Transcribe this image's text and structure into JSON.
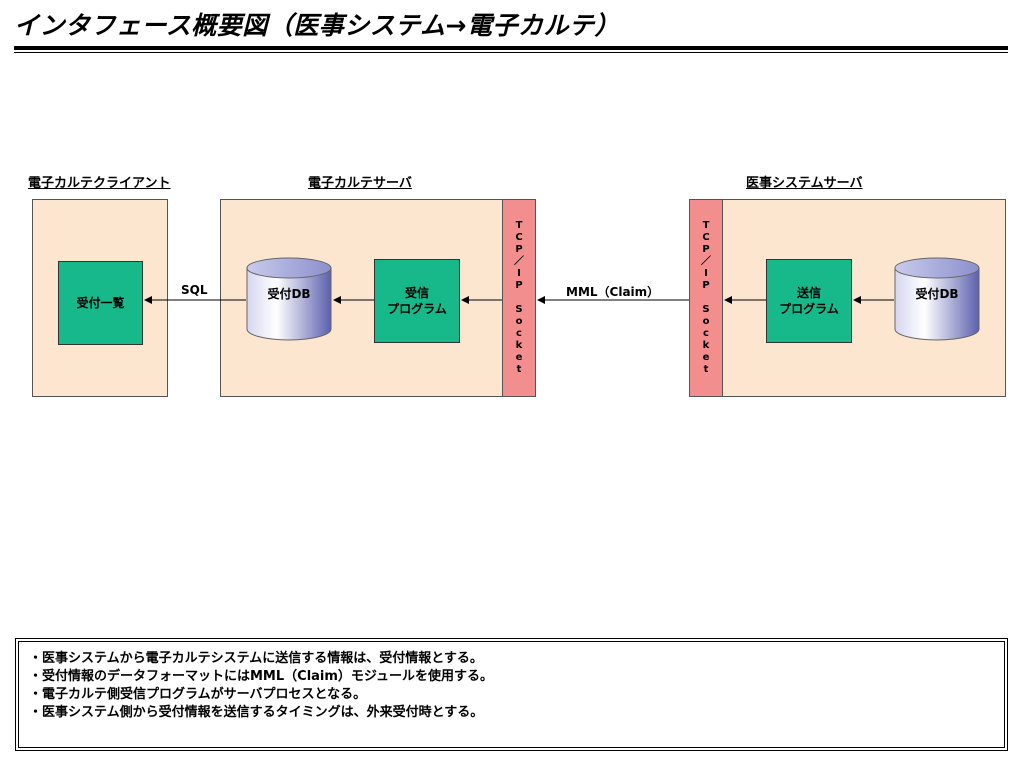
{
  "title": "インタフェース概要図（医事システム→電子カルテ）",
  "sections": {
    "client": "電子カルテクライアント",
    "ehr_server": "電子カルテサーバ",
    "medical_server": "医事システムサーバ"
  },
  "nodes": {
    "reception_list": "受付一覧",
    "ehr_db": "受付DB",
    "receiver_line1": "受信",
    "receiver_line2": "プログラム",
    "sender_line1": "送信",
    "sender_line2": "プログラム",
    "medical_db": "受付DB"
  },
  "socket_chars": [
    "T",
    "C",
    "P",
    "／",
    "I",
    "P",
    "",
    "S",
    "o",
    "c",
    "k",
    "e",
    "t"
  ],
  "edges": {
    "sql": "SQL",
    "mml": "MML（Claim）"
  },
  "notes": [
    "・医事システムから電子カルテシステムに送信する情報は、受付情報とする。",
    "・受付情報のデータフォーマットにはMML（Claim）モジュールを使用する。",
    "・電子カルテ側受信プログラムがサーバプロセスとなる。",
    "・医事システム側から受付情報を送信するタイミングは、外来受付時とする。"
  ],
  "colors": {
    "panel": "#fde6cf",
    "program_box": "#17b88a",
    "socket": "#f38e8e",
    "db_gradient": [
      "#ffffff",
      "#6b6fb8"
    ]
  }
}
